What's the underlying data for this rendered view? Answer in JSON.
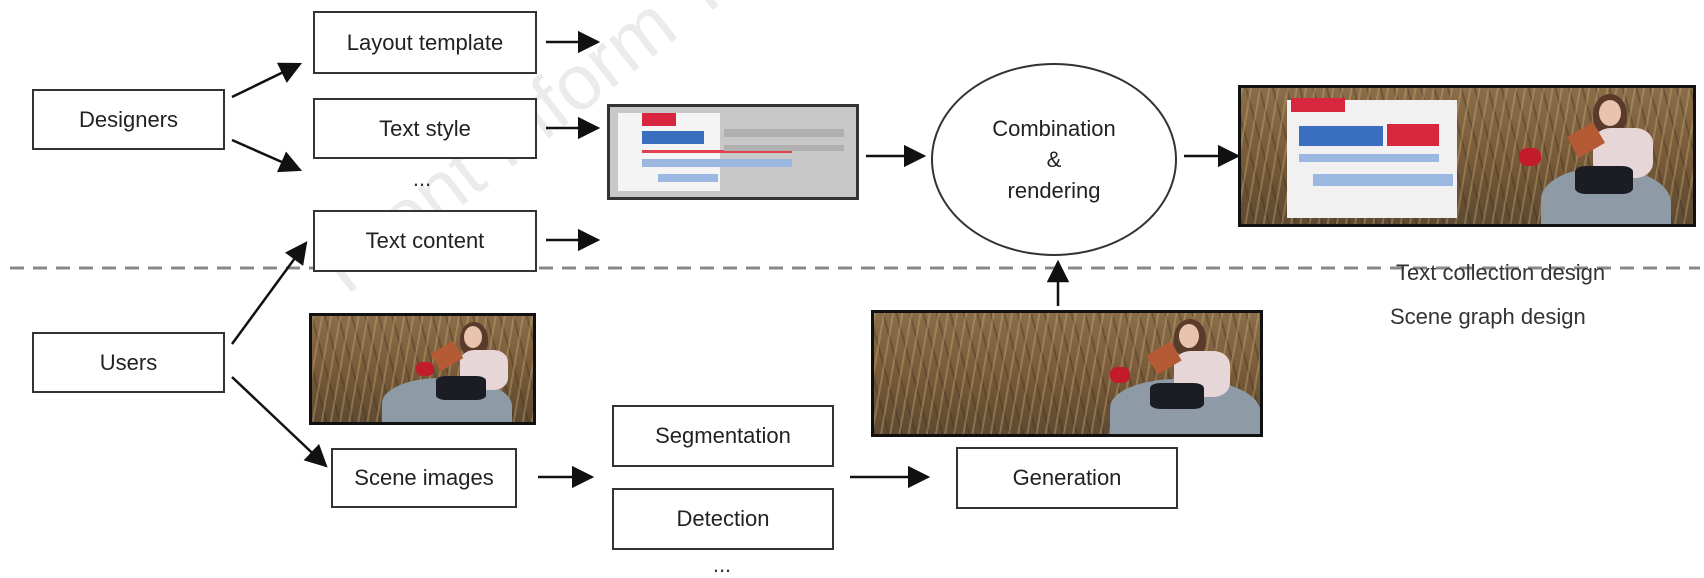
{
  "nodes": {
    "layout_template": "Layout template",
    "text_style": "Text style",
    "top_ellipsis": "...",
    "designers": "Designers",
    "text_content": "Text content",
    "users": "Users",
    "scene_images": "Scene images",
    "segmentation": "Segmentation",
    "detection": "Detection",
    "bottom_ellipsis": "...",
    "generation": "Generation",
    "combination_line1": "Combination",
    "combination_line2": "&",
    "combination_line3": "rendering"
  },
  "section_labels": {
    "text_collection": "Text collection design",
    "scene_graph": "Scene graph design"
  },
  "watermark": "Front Inform Technol Elec",
  "colors": {
    "border": "#333333",
    "arrow": "#111111",
    "divider": "#888888",
    "accent_red": "#d7263d",
    "accent_blue": "#3a6fbf"
  }
}
